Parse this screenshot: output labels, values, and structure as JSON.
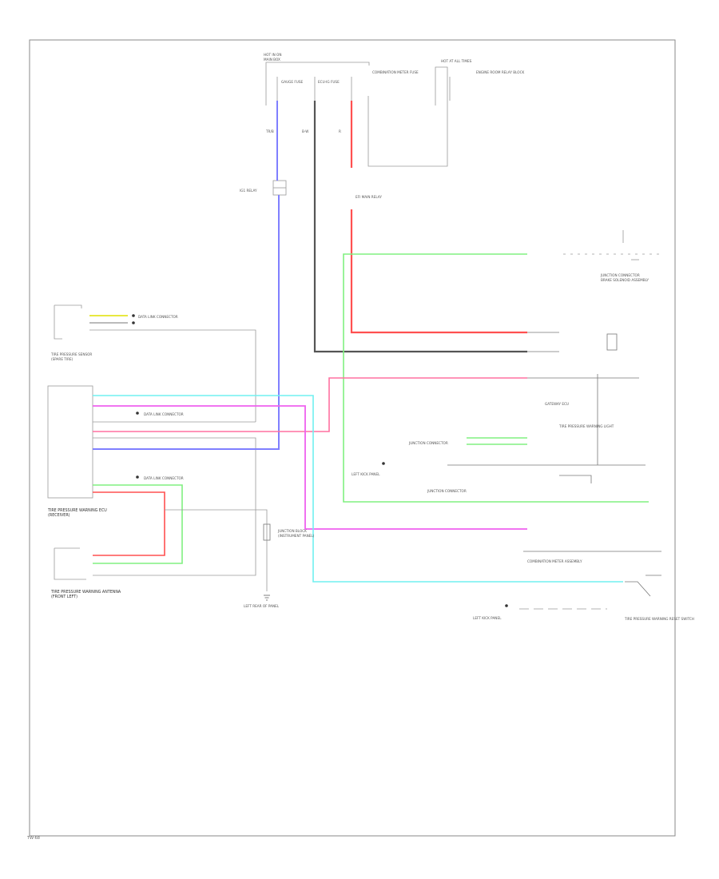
{
  "colors": {
    "border": "#8a8a8a",
    "device": "#9a9a9a",
    "wire_black": "#555555",
    "wire_red": "#ff5050",
    "wire_blue": "#7f7fff",
    "wire_green": "#80f080",
    "wire_pink": "#ff70a0",
    "wire_magenta": "#ef60ef",
    "wire_cyan": "#70f0f0",
    "wire_yellow": "#e8e840"
  },
  "labels": {
    "fuse_box_top": "HOT IN ON",
    "fuse_box_sub": "MAIN BOX",
    "fuse_a": "GAUGE FUSE",
    "fuse_b": "ECU-IG FUSE",
    "fuse_c": "COMBINATION METER FUSE",
    "fuse_d": "HOT AT ALL TIMES",
    "fuse_d_sub": "ENGINE ROOM RELAY BLOCK",
    "wire_tr1": "TR/B",
    "wire_b1": "B-W",
    "wire_r1": "R",
    "relay": "IG1 RELAY",
    "relay2": "EFI MAIN RELAY",
    "jc_right_top": "JUNCTION CONNECTOR",
    "jc_right_top_sub": "BRAKE SOLENOID ASSEMBLY",
    "sensor_left_top": "TIRE PRESSURE SENSOR",
    "sensor_left_top_sub": "(SPARE TIRE)",
    "data_link_1": "DATA LINK CONNECTOR",
    "data_link_2": "DATA LINK CONNECTOR",
    "data_link_3": "DATA LINK CONNECTOR",
    "ecu_main": "TIRE PRESSURE WARNING ECU",
    "ecu_main_sub": "(RECEIVER)",
    "gateway": "GATEWAY ECU",
    "combination_meter": "COMBINATION METER ASSEMBLY",
    "jb_left": "JUNCTION BLOCK",
    "jb_left_sub": "(INSTRUMENT PANEL)",
    "ecu_bottom_left": "TIRE PRESSURE WARNING ANTENNA",
    "ecu_bottom_left_sub": "(FRONT LEFT)",
    "ground_1": "LEFT KICK PANEL",
    "ground_2": "LEFT REAR OF PANEL",
    "switch_right": "TIRE PRESSURE WARNING RESET SWITCH",
    "ground_3": "LEFT KICK PANEL",
    "junction_mid": "JUNCTION CONNECTOR",
    "junction_mid2": "JUNCTION CONNECTOR",
    "lamp": "TIRE PRESSURE WARNING LIGHT"
  },
  "footer": {
    "code": "TW-68"
  }
}
